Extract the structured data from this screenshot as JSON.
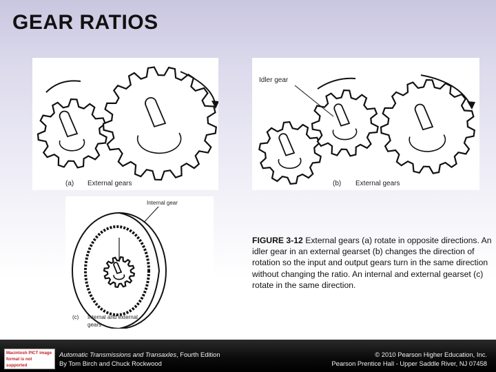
{
  "slide": {
    "title": "GEAR RATIOS"
  },
  "figure": {
    "panel_a": {
      "letter": "(a)",
      "label": "External gears"
    },
    "panel_b": {
      "letter": "(b)",
      "label": "External gears",
      "callout": "Idler gear"
    },
    "panel_c": {
      "letter": "(c)",
      "callout": "Internal gear",
      "label_line1": "Internal and external",
      "label_line2": "gears"
    },
    "caption_bold": "FIGURE 3-12",
    "caption_text": " External gears (a) rotate in opposite directions. An idler gear in an external gearset (b) changes the direction of rotation so the input and output gears turn in the same direction without changing the ratio. An internal and external gearset (c) rotate in the same direction."
  },
  "footer": {
    "logo_text": "Macintosh PICT image format is not supported",
    "book_title": "Automatic Transmissions and Transaxles",
    "edition": ", Fourth Edition",
    "authors": "By Tom Birch and Chuck Rockwood",
    "copyright": "© 2010 Pearson Higher Education, Inc.",
    "publisher": "Pearson Prentice Hall - Upper Saddle River, NJ 07458"
  }
}
